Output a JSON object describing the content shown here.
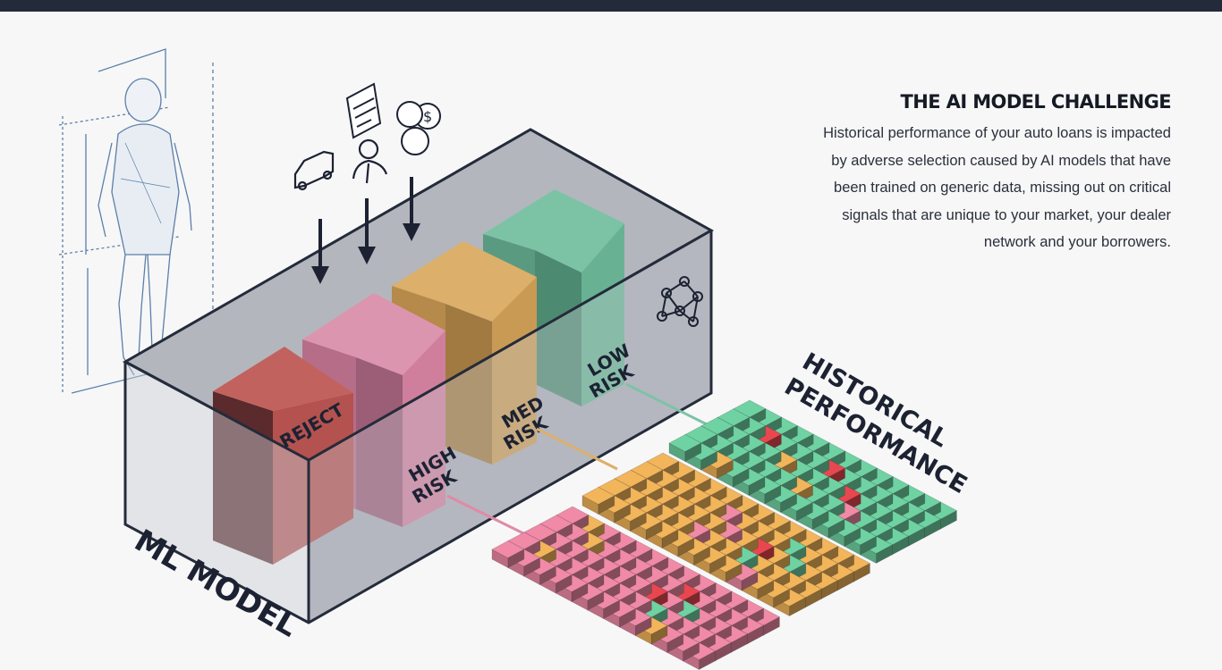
{
  "header_bar_color": "#232b3b",
  "challenge": {
    "heading": "THE AI MODEL CHALLENGE",
    "body_lines": [
      "Historical performance of your auto loans is impacted",
      "by adverse selection caused by AI models that have",
      "been trained on generic data, missing out on critical",
      "signals that are unique to your market, your dealer",
      "network and your borrowers."
    ]
  },
  "diagram": {
    "model_label": "ML MODEL",
    "performance_label": [
      "HISTORICAL",
      "PERFORMANCE"
    ],
    "bars": [
      {
        "label": [
          "REJECT"
        ],
        "color": "#b4524f"
      },
      {
        "label": [
          "HIGH",
          "RISK"
        ],
        "color": "#cf7f9c"
      },
      {
        "label": [
          "MED",
          "RISK"
        ],
        "color": "#c99a54"
      },
      {
        "label": [
          "LOW",
          "RISK"
        ],
        "color": "#64ab8f"
      }
    ],
    "icons": [
      "person-sketch-icon",
      "car-icon",
      "document-icon",
      "businessperson-icon",
      "money-icon",
      "network-icon"
    ],
    "cube_colors": {
      "pink": "#f08aa6",
      "orange": "#f2b55a",
      "green": "#6fd2a2",
      "red": "#e9474f"
    }
  }
}
